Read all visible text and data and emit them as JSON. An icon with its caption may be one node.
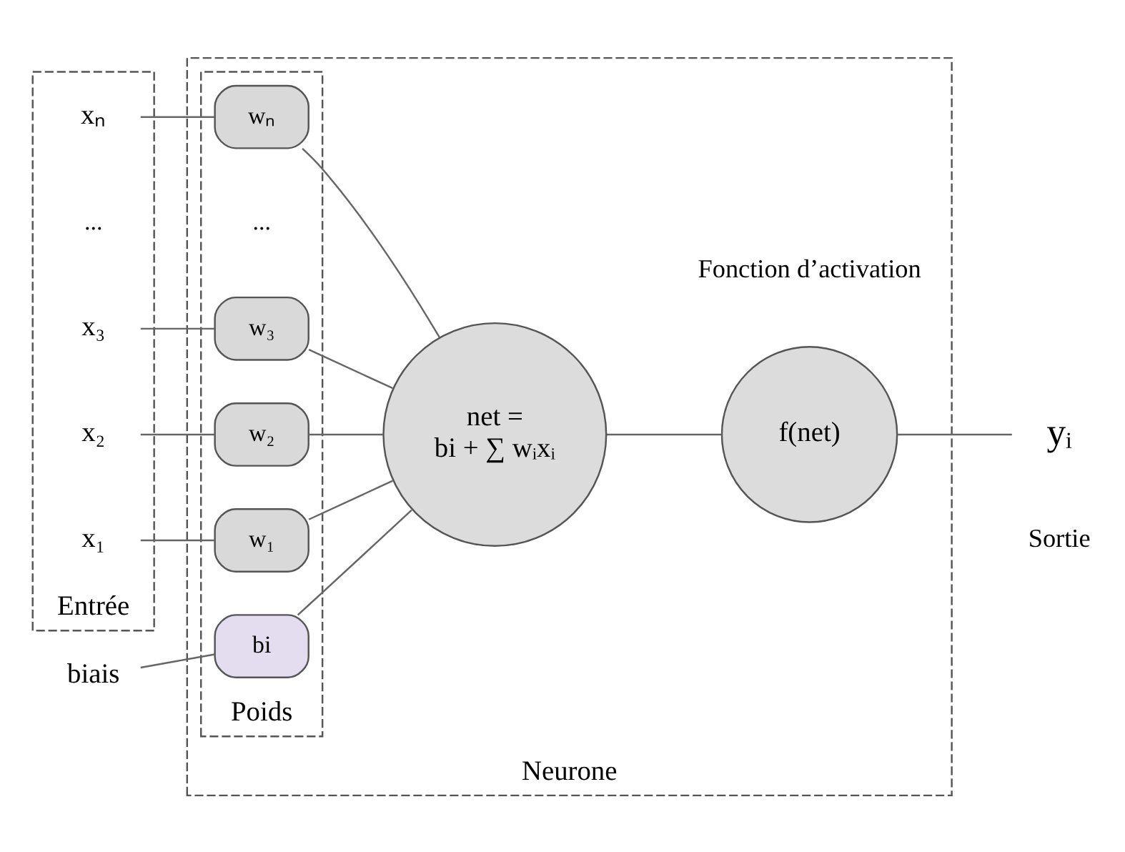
{
  "diagram": {
    "nodes": [
      {
        "text": [
          "Neurone"
        ]
      },
      {
        "text": [
          "Entrée"
        ]
      },
      {
        "text": [
          "Poids"
        ],
        "in": 0
      },
      {
        "text": [
          "biais"
        ]
      },
      {
        "text": [
          "x₁"
        ],
        "in": 1
      },
      {
        "text": [
          "x₂"
        ],
        "in": 1
      },
      {
        "text": [
          "x₃"
        ],
        "in": 1
      },
      {
        "text": [
          "xₙ"
        ],
        "in": 1
      },
      {
        "text": [
          "bi"
        ],
        "in": 2
      },
      {
        "text": [
          "w₁"
        ],
        "in": 2
      },
      {
        "text": [
          "w₂"
        ],
        "in": 2
      },
      {
        "text": [
          "w₃"
        ],
        "in": 2
      },
      {
        "text": [
          "wₙ"
        ],
        "in": 2
      },
      {
        "text": [
          "net =",
          "bi + ∑ wᵢxᵢ"
        ],
        "in": 0
      },
      {
        "text": [
          "f(net)"
        ],
        "in": 0,
        "beside": [
          "Fonction d’activation"
        ]
      },
      {
        "text": [
          "yᵢ"
        ],
        "beside": [
          "Sortie"
        ]
      }
    ],
    "edges": [
      {
        "from": 3,
        "to": 8,
        "arrow": "none"
      },
      {
        "from": 4,
        "to": 9,
        "arrow": "none"
      },
      {
        "from": 5,
        "to": 10,
        "arrow": "none"
      },
      {
        "from": 6,
        "to": 11,
        "arrow": "none"
      },
      {
        "from": 7,
        "to": 12,
        "arrow": "none"
      },
      {
        "from": 8,
        "to": 13,
        "arrow": "none"
      },
      {
        "from": 9,
        "to": 13,
        "arrow": "none"
      },
      {
        "from": 10,
        "to": 13,
        "arrow": "none"
      },
      {
        "from": 11,
        "to": 13,
        "arrow": "none"
      },
      {
        "from": 12,
        "to": 13,
        "arrow": "none"
      },
      {
        "from": 13,
        "to": 14,
        "arrow": "none"
      },
      {
        "from": 14,
        "to": 15,
        "arrow": "none"
      }
    ],
    "labels": [
      "...",
      "..."
    ]
  }
}
